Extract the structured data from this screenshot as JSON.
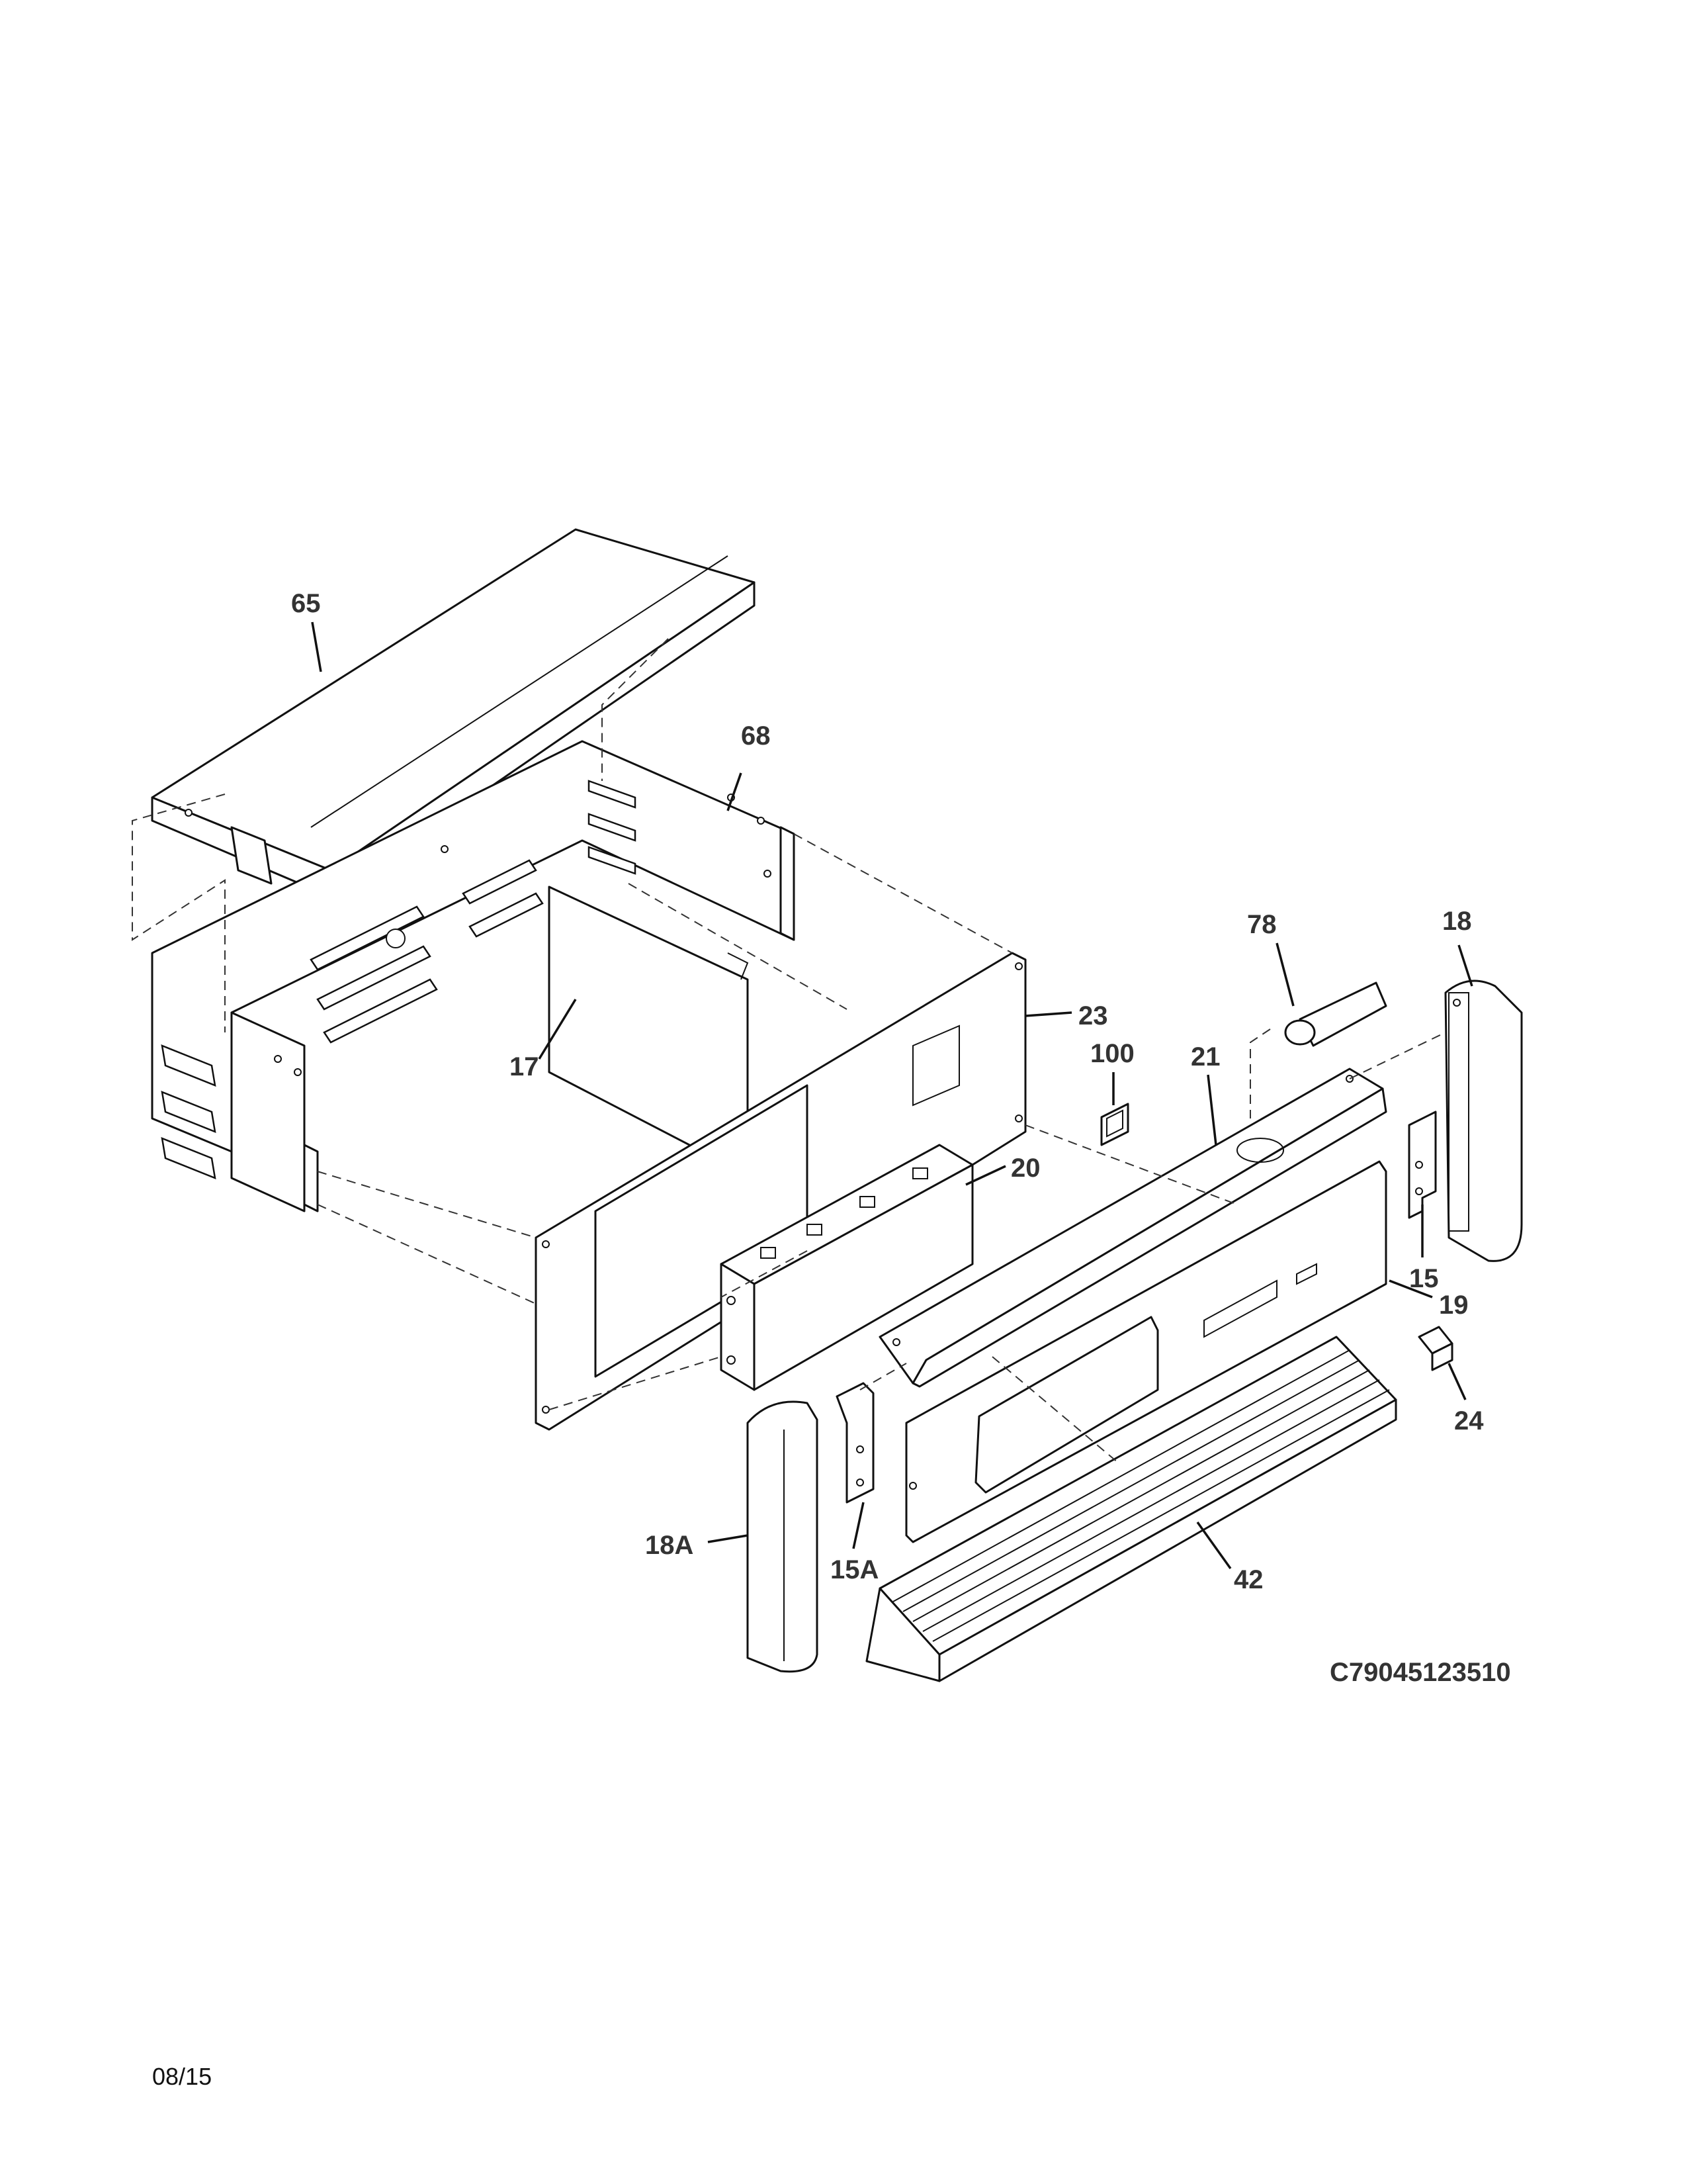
{
  "callouts": {
    "p65": "65",
    "p68": "68",
    "p17": "17",
    "p23": "23",
    "p20": "20",
    "p78": "78",
    "p18": "18",
    "p100": "100",
    "p21": "21",
    "p15": "15",
    "p19": "19",
    "p24": "24",
    "p18A": "18A",
    "p15A": "15A",
    "p42": "42"
  },
  "diagram_code": "C79045123510",
  "page_date": "08/15"
}
